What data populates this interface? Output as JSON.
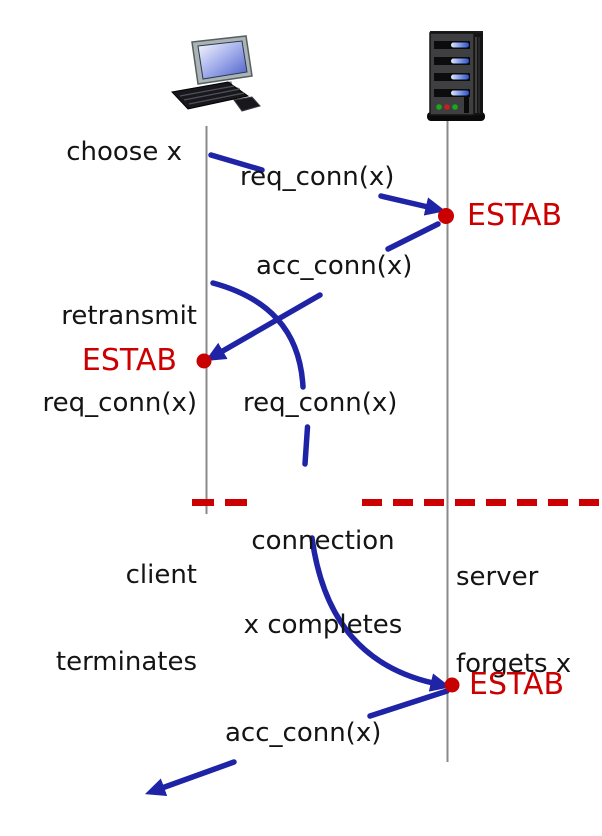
{
  "diagram": {
    "kind": "message-sequence-diagram",
    "entities": [
      {
        "id": "client",
        "icon": "desktop-computer-icon"
      },
      {
        "id": "server",
        "icon": "server-tower-icon"
      }
    ],
    "labels": {
      "choose_x": "choose x",
      "msg_req_conn_1": "req_conn(x)",
      "estab_server_1": "ESTAB",
      "msg_acc_conn_1": "acc_conn(x)",
      "retransmit_line1": "retransmit",
      "retransmit_line2": "req_conn(x)",
      "estab_client": "ESTAB",
      "msg_req_conn_2": "req_conn(x)",
      "connection_line1": "connection",
      "connection_line2": "x completes",
      "client_line1": "client",
      "client_line2": "terminates",
      "server_line1": "server",
      "server_line2": "forgets x",
      "estab_server_2": "ESTAB",
      "msg_acc_conn_2": "acc_conn(x)"
    },
    "colors": {
      "arrow_blue": "#1f23a6",
      "state_red": "#cc0000",
      "lifeline_gray": "#8a8a8a",
      "text_black": "#141414"
    }
  }
}
